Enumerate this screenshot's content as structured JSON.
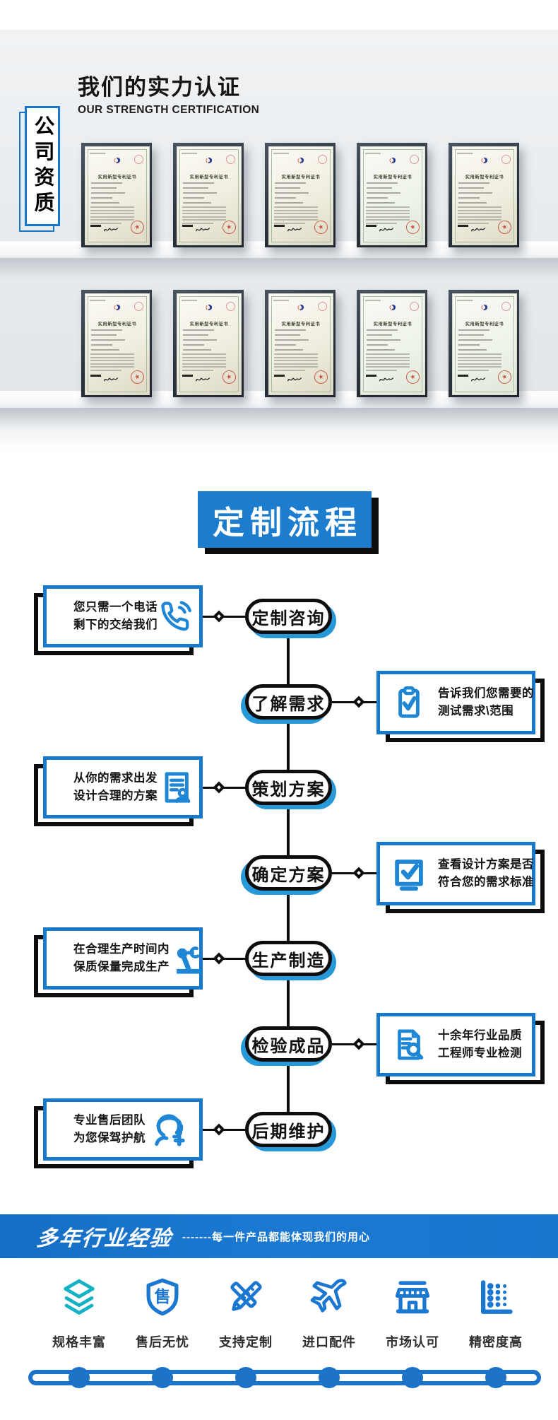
{
  "colors": {
    "primary_blue": "#1878ca",
    "process_header_blue": "#1c7ccd",
    "pill_shadow_blue": "#2798d8",
    "footer_bar_blue": "#1b79d2",
    "icon_blue": "#1b77cf",
    "teal": "#15b1c5",
    "black_outline": "#0d0d0d"
  },
  "hero": {
    "title": "我们的实力认证",
    "subtitle": "OUR STRENGTH CERTIFICATION",
    "side_label": "公司资质",
    "certificate_title": "实用新型专利证书",
    "certificate_count": 10
  },
  "process": {
    "title": "定制流程",
    "steps": [
      {
        "label": "定制咨询",
        "side": "left",
        "icon": "phone",
        "note_lines": [
          "您只需一个电话",
          "剩下的交给我们"
        ]
      },
      {
        "label": "了解需求",
        "side": "right",
        "icon": "clipboard-check",
        "note_lines": [
          "告诉我们您需要的",
          "测试需求\\范围"
        ]
      },
      {
        "label": "策划方案",
        "side": "left",
        "icon": "document-user",
        "note_lines": [
          "从你的需求出发",
          "设计合理的方案"
        ]
      },
      {
        "label": "确定方案",
        "side": "right",
        "icon": "check-square",
        "note_lines": [
          "查看设计方案是否",
          "符合您的需求标准"
        ]
      },
      {
        "label": "生产制造",
        "side": "left",
        "icon": "robot-arm",
        "note_lines": [
          "在合理生产时间内",
          "保质保量完成生产"
        ]
      },
      {
        "label": "检验成品",
        "side": "right",
        "icon": "document-search",
        "note_lines": [
          "十余年行业品质",
          "工程师专业检测"
        ]
      },
      {
        "label": "后期维护",
        "side": "left",
        "icon": "headset-person",
        "note_lines": [
          "专业售后团队",
          "为您保驾护航"
        ]
      }
    ]
  },
  "footer": {
    "heading": "多年行业经验",
    "tagline": "-------每一件产品都能体现我们的用心",
    "features": [
      {
        "label": "规格丰富",
        "icon": "layers",
        "color": "#15b1c5"
      },
      {
        "label": "售后无忧",
        "icon": "shield-sale",
        "color": "#1b77cf",
        "badge": "售"
      },
      {
        "label": "支持定制",
        "icon": "tools",
        "color": "#1b77cf"
      },
      {
        "label": "进口配件",
        "icon": "plane",
        "color": "#1b77cf"
      },
      {
        "label": "市场认可",
        "icon": "storefront",
        "color": "#1b77cf"
      },
      {
        "label": "精密度高",
        "icon": "dot-chart",
        "color": "#1b77cf"
      }
    ],
    "progress_dots": 6
  }
}
